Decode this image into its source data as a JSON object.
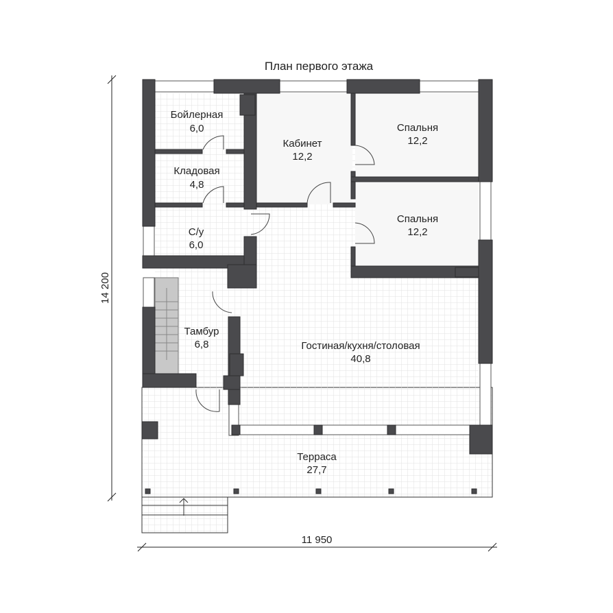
{
  "title": "План первого этажа",
  "dimensions": {
    "height": "14 200",
    "width": "11 950"
  },
  "rooms": [
    {
      "name": "Бойлерная",
      "area": "6,0"
    },
    {
      "name": "Кладовая",
      "area": "4,8"
    },
    {
      "name": "С/у",
      "area": "6,0"
    },
    {
      "name": "Кабинет",
      "area": "12,2"
    },
    {
      "name": "Спальня",
      "area": "12,2"
    },
    {
      "name": "Спальня",
      "area": "12,2"
    },
    {
      "name": "Тамбур",
      "area": "6,8"
    },
    {
      "name": "Гостиная/кухня/столовая",
      "area": "40,8"
    },
    {
      "name": "Терраса",
      "area": "27,7"
    }
  ],
  "colors": {
    "wall": "#4a4a4d",
    "grid": "#e4e4e4",
    "stairs": "#c8c8c8"
  }
}
